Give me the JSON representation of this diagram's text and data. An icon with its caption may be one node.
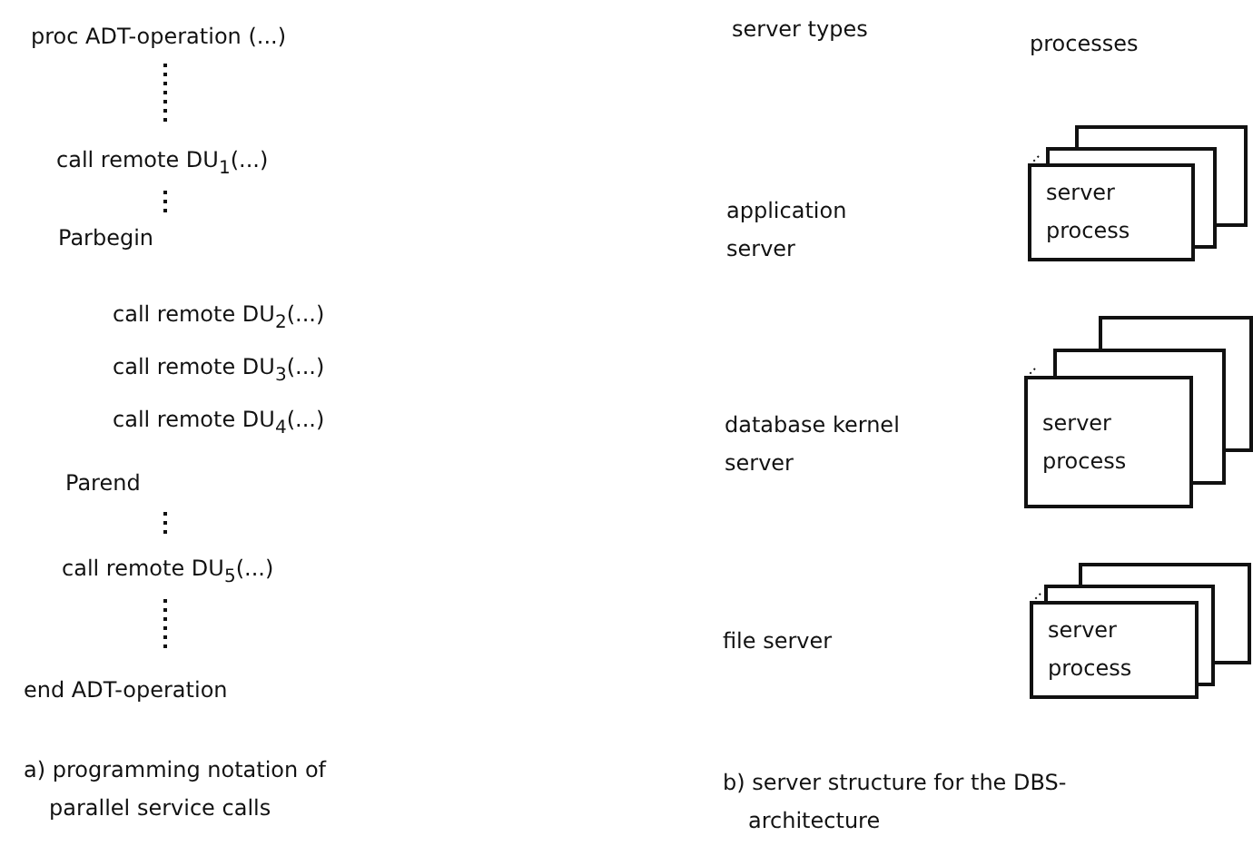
{
  "diagram": {
    "nodes": [
      {
        "text": [
          "server process"
        ]
      },
      {
        "text": [
          "server process"
        ]
      },
      {
        "text": [
          "server process"
        ]
      }
    ],
    "labels": [
      "proc ADT-operation (...)",
      "call remote DU$_{1}$(...)",
      "Parbegin",
      "call remote DU$_{2}$(...)",
      "call remote DU$_{3}$(...)",
      "call remote DU$_{4}$(...)",
      "Parend",
      "call remote DU$_{5}$(...)",
      "end ADT-operation",
      "a) programming notation of parallel service calls",
      "server types",
      "processes",
      "application server",
      "database kernel server",
      "file server",
      "b) server structure for the DBS-architecture"
    ]
  }
}
